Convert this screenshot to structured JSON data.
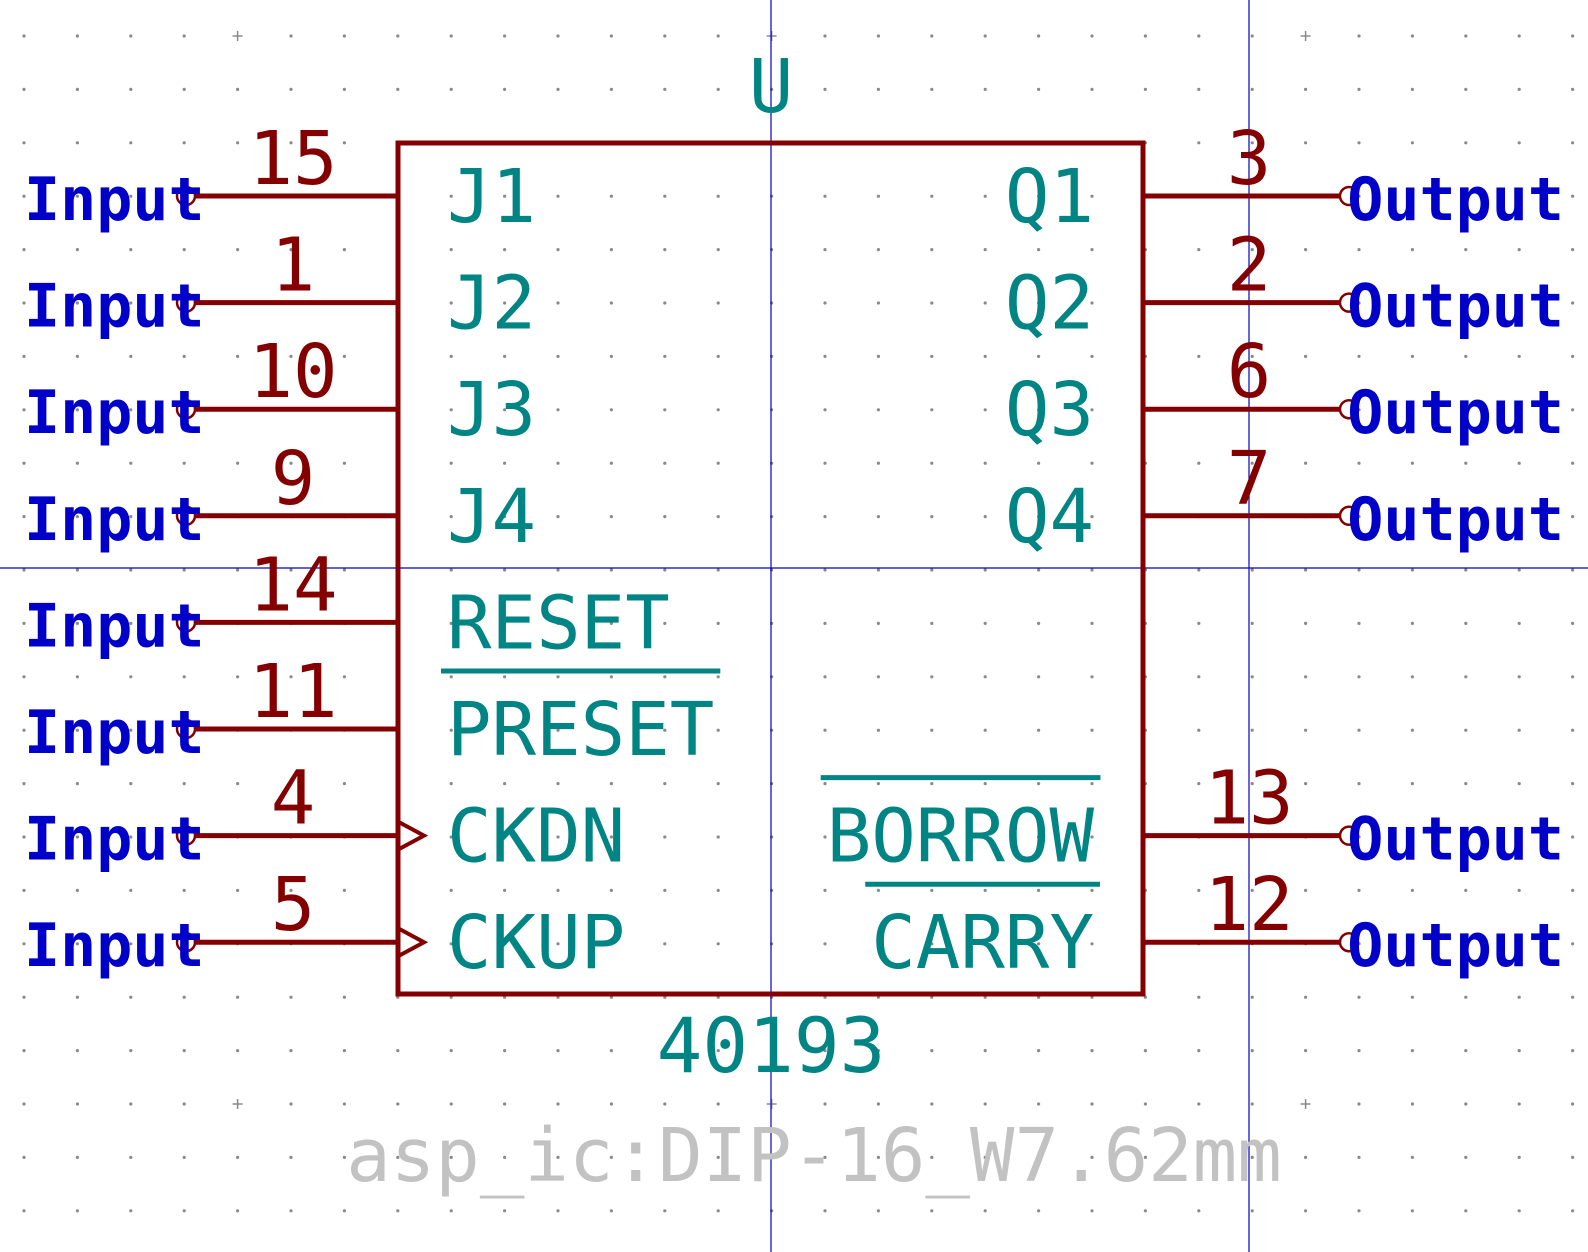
{
  "symbol": {
    "reference": "U",
    "value": "40193",
    "footprint": "asp_ic:DIP-16_W7.62mm"
  },
  "left_pins": [
    {
      "number": "15",
      "name": "J1",
      "type": "Input",
      "clock": false,
      "overbar": false
    },
    {
      "number": "1",
      "name": "J2",
      "type": "Input",
      "clock": false,
      "overbar": false
    },
    {
      "number": "10",
      "name": "J3",
      "type": "Input",
      "clock": false,
      "overbar": false
    },
    {
      "number": "9",
      "name": "J4",
      "type": "Input",
      "clock": false,
      "overbar": false
    },
    {
      "number": "14",
      "name": "RESET",
      "type": "Input",
      "clock": false,
      "overbar": false
    },
    {
      "number": "11",
      "name": "PRESET",
      "type": "Input",
      "clock": false,
      "overbar": true
    },
    {
      "number": "4",
      "name": "CKDN",
      "type": "Input",
      "clock": true,
      "overbar": false
    },
    {
      "number": "5",
      "name": "CKUP",
      "type": "Input",
      "clock": true,
      "overbar": false
    }
  ],
  "right_pins": [
    {
      "number": "3",
      "name": "Q1",
      "type": "Output",
      "row": 0,
      "overbar": false
    },
    {
      "number": "2",
      "name": "Q2",
      "type": "Output",
      "row": 1,
      "overbar": false
    },
    {
      "number": "6",
      "name": "Q3",
      "type": "Output",
      "row": 2,
      "overbar": false
    },
    {
      "number": "7",
      "name": "Q4",
      "type": "Output",
      "row": 3,
      "overbar": false
    },
    {
      "number": "13",
      "name": "BORROW",
      "type": "Output",
      "row": 6,
      "overbar": true
    },
    {
      "number": "12",
      "name": "CARRY",
      "type": "Output",
      "row": 7,
      "overbar": true
    }
  ],
  "colors": {
    "body": "#840000",
    "pin_name": "#008484",
    "pin_type": "#0000c8",
    "footprint": "#c2c2c2",
    "grid": "#8a8a8a",
    "crosshair": "#0000c8"
  }
}
